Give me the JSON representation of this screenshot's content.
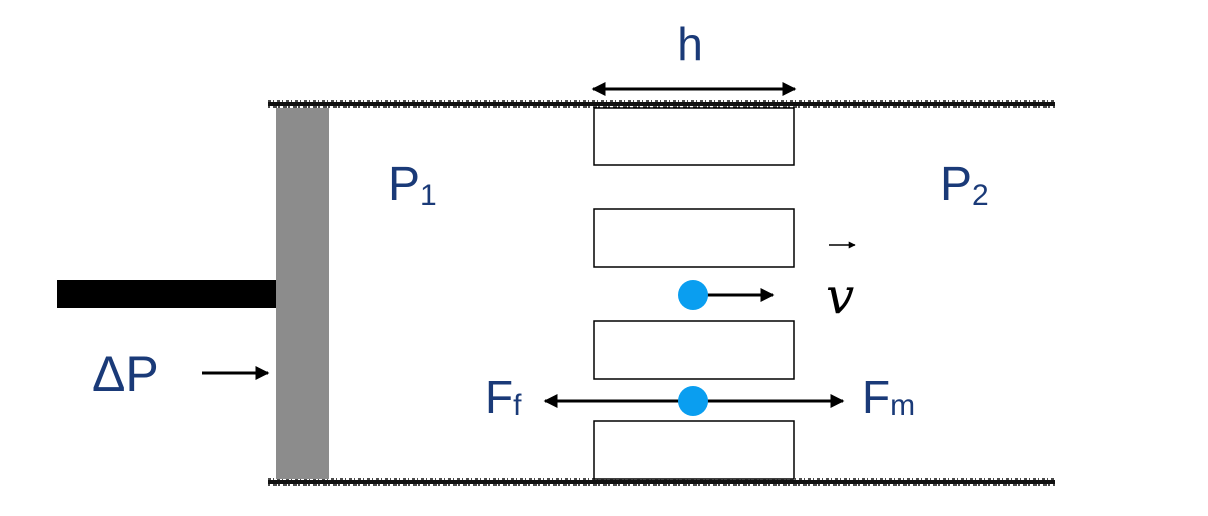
{
  "labels": {
    "h": "h",
    "p1_main": "P",
    "p1_sub": "1",
    "p2_main": "P",
    "p2_sub": "2",
    "delta_p": "ΔP",
    "v": "v",
    "ff_main": "F",
    "ff_sub": "f",
    "fm_main": "F",
    "fm_sub": "m"
  },
  "colors": {
    "label": "#1a3a78",
    "piston": "#8c8c8c",
    "rod": "#000000",
    "wall": "#111111",
    "particle": "#0a9ef0",
    "arrow": "#000000",
    "box_stroke": "#000000"
  }
}
